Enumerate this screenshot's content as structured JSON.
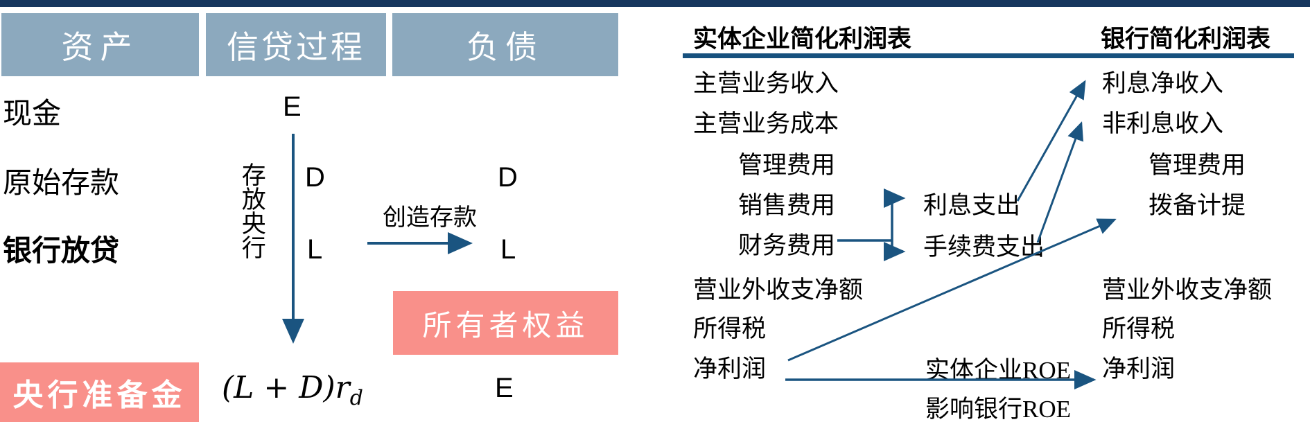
{
  "colors": {
    "top_bar": "#17375E",
    "header_bg": "#8CA9BE",
    "pink_box": "#F9908A",
    "arrow_line": "#1A5480",
    "title_underline": "#17517E"
  },
  "left_panel": {
    "headers": [
      "资产",
      "信贷过程",
      "负债"
    ],
    "rows": [
      "现金",
      "原始存款",
      "银行放贷"
    ],
    "reserve_box": "央行准备金",
    "equity_box": "所有者权益",
    "credit_labels": {
      "e_top": "E",
      "d_credit": "D",
      "l_credit": "L",
      "deposit_at_central_bank": "存放央行",
      "create_deposit": "创造存款"
    },
    "liability_labels": {
      "d_liab": "D",
      "l_liab": "L",
      "e_liab": "E"
    },
    "reserve_formula_main": "(L + D)r",
    "reserve_formula_sub": "d"
  },
  "right_panel": {
    "enterprise": {
      "title": "实体企业简化利润表",
      "items": [
        "主营业务收入",
        "主营业务成本",
        "管理费用",
        "销售费用",
        "财务费用",
        "营业外收支净额",
        "所得税",
        "净利润"
      ]
    },
    "bank": {
      "title": "银行简化利润表",
      "items": [
        "利息净收入",
        "非利息收入",
        "管理费用",
        "拨备计提",
        "营业外收支净额",
        "所得税",
        "净利润"
      ]
    },
    "middle_items": [
      "利息支出",
      "手续费支出"
    ],
    "roe_labels": [
      "实体企业ROE",
      "影响银行ROE"
    ]
  }
}
